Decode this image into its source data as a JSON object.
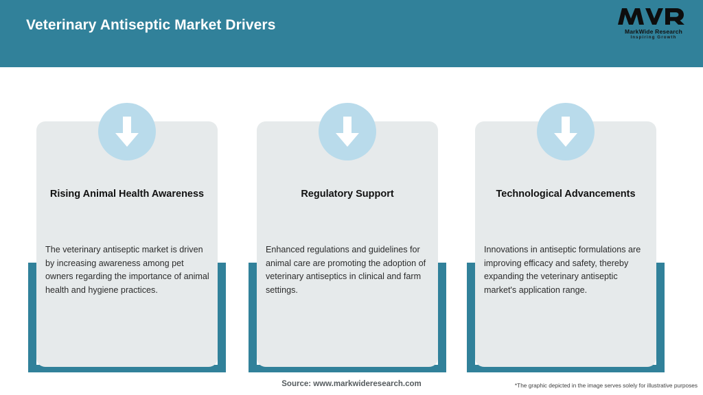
{
  "header": {
    "title": "Veterinary Antiseptic Market Drivers",
    "background_color": "#31819a",
    "title_color": "#ffffff"
  },
  "logo": {
    "mark": "MWR",
    "name": "MarkWide Research",
    "tagline": "Inspiring Growth"
  },
  "cards": [
    {
      "icon": "arrow-down-icon",
      "title": "Rising Animal Health Awareness",
      "body": "The veterinary antiseptic market is driven by increasing awareness among pet owners regarding the importance of animal health and hygiene practices."
    },
    {
      "icon": "arrow-down-icon",
      "title": "Regulatory Support",
      "body": "Enhanced regulations and guidelines for animal care are promoting the adoption of veterinary antiseptics in clinical and farm settings."
    },
    {
      "icon": "arrow-down-icon",
      "title": "Technological Advancements",
      "body": "Innovations in antiseptic formulations are improving efficacy and safety, thereby expanding the veterinary antiseptic market's application range."
    }
  ],
  "footer": {
    "source": "Source: www.markwideresearch.com",
    "disclaimer": "*The graphic depicted in the image serves solely for illustrative purposes"
  },
  "colors": {
    "accent_teal": "#31819a",
    "card_gray": "#e6eaeb",
    "icon_circle_blue": "#b9dbeb",
    "page_background": "#ffffff"
  }
}
